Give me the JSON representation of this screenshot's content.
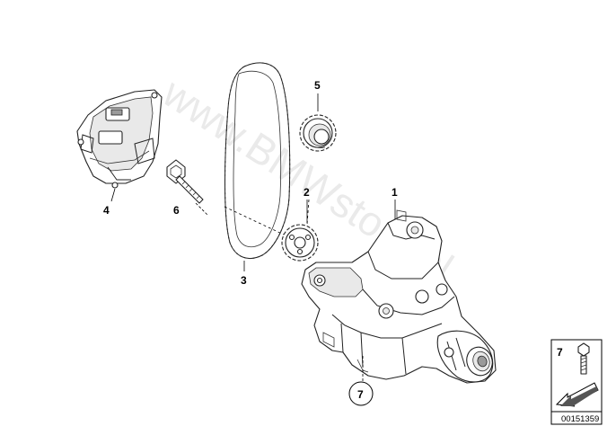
{
  "callouts": {
    "p1": "1",
    "p2": "2",
    "p3": "3",
    "p4": "4",
    "p5": "5",
    "p6": "6",
    "p7": "7"
  },
  "legend": {
    "item_number": "7",
    "diagram_code": "00151359",
    "arrow_icon": "arrow-down-left-icon"
  },
  "watermark": "www.BMWstore.pl"
}
